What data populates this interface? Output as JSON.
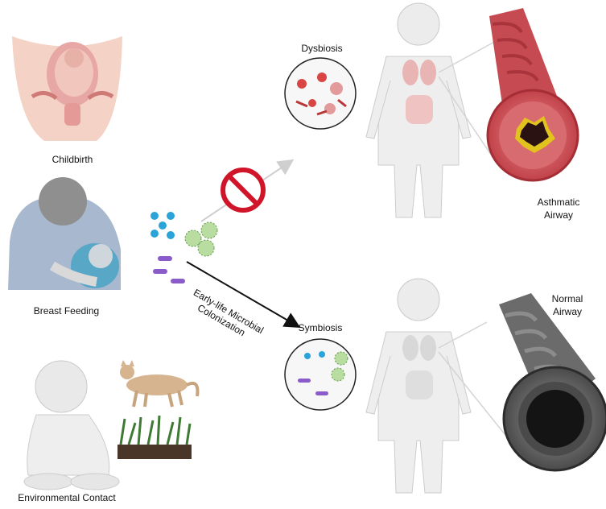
{
  "left_factors": {
    "childbirth": "Childbirth",
    "breast_feeding": "Breast Feeding",
    "environmental": "Environmental Contact"
  },
  "pathway": {
    "line1": "Early-life  Microbial",
    "line2": "Colonization"
  },
  "dysbiosis": {
    "label": "Dysbiosis"
  },
  "symbiosis": {
    "label": "Symbiosis"
  },
  "asthmatic_airway": {
    "line1": "Asthmatic",
    "line2": "Airway"
  },
  "normal_airway": {
    "line1": "Normal",
    "line2": "Airway"
  },
  "colors": {
    "blocked_sign": "#d0152a",
    "asthmatic": "#c8474f",
    "normal": "#5a5a5a",
    "arrow_dark": "#111111",
    "arrow_light": "#cfcfcf"
  }
}
